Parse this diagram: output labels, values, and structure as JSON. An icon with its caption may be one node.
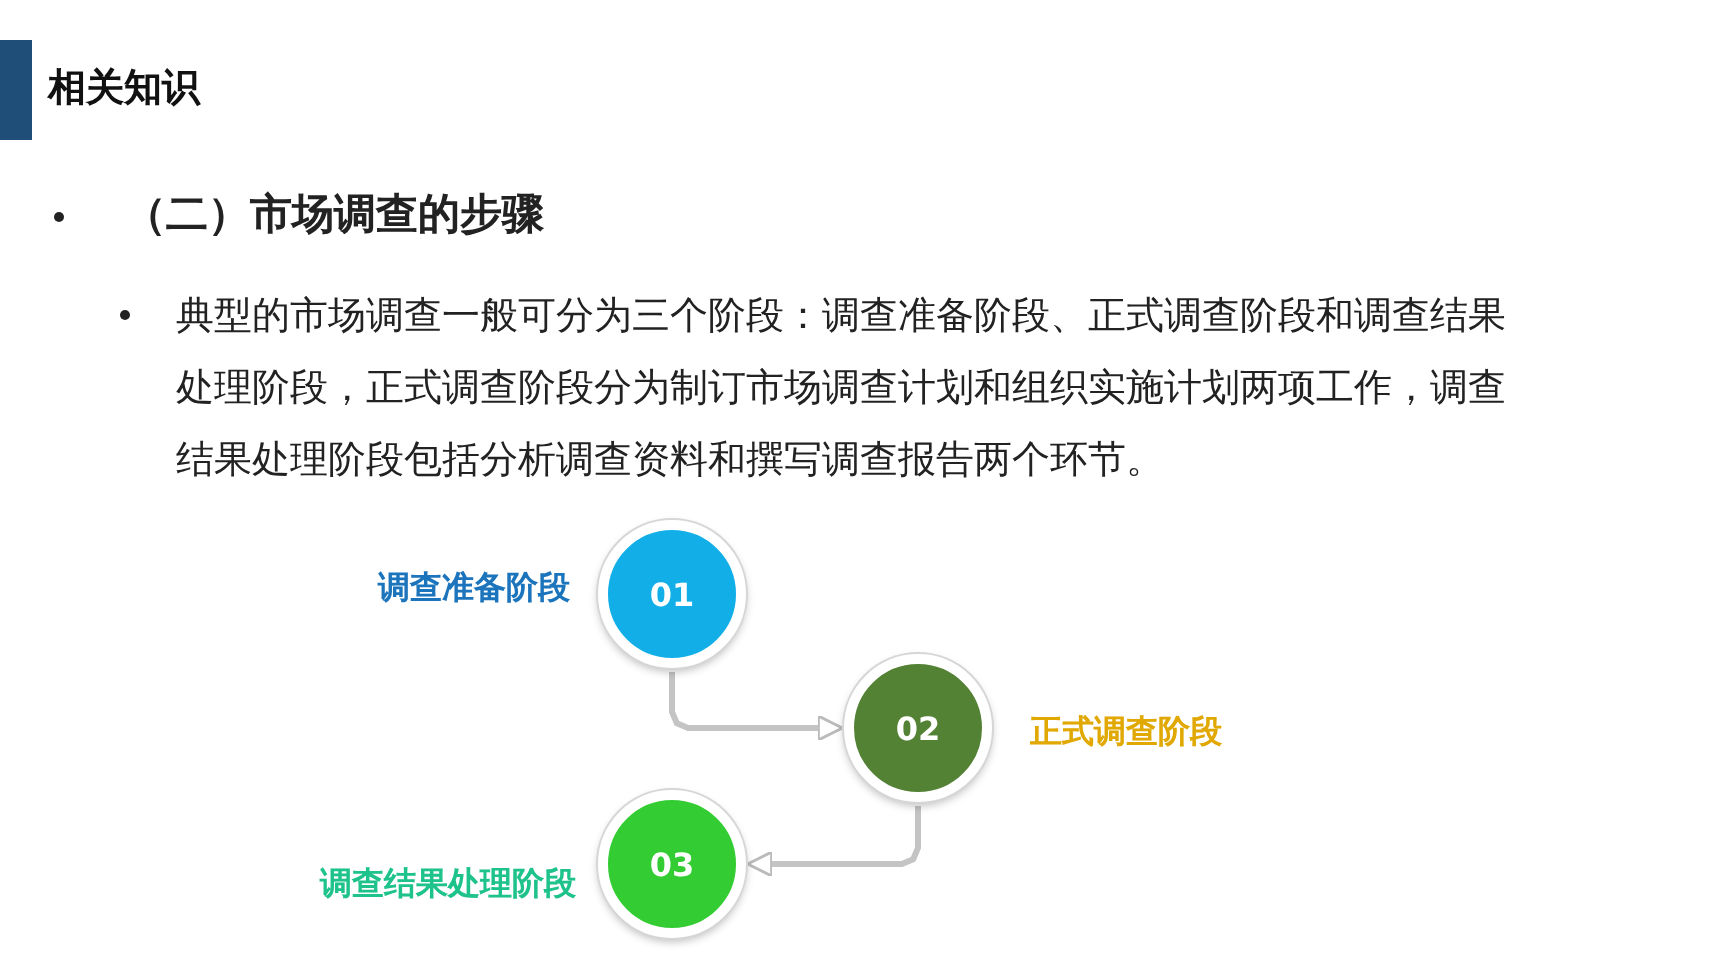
{
  "diagram": {
    "title": "相关知识",
    "nodes": [
      {
        "text": [
          "01"
        ],
        "beside": [
          "调查准备阶段"
        ]
      },
      {
        "text": [
          "02"
        ],
        "beside": [
          "正式调查阶段"
        ]
      },
      {
        "text": [
          "03"
        ],
        "beside": [
          "调查结果处理阶段"
        ]
      }
    ],
    "edges": [
      {
        "from": 0,
        "to": 1,
        "arrow": "to"
      },
      {
        "from": 1,
        "to": 2,
        "arrow": "to"
      }
    ],
    "labels": [
      "（二）市场调查的步骤",
      "典型的市场调查一般可分为三个阶段：调查准备阶段、正式调查阶段和调查结果处理阶段，正式调查阶段分为制订市场调查计划和组织实施计划两项工作，调查结果处理阶段包括分析调查资料和撰写调查报告两个环节。"
    ]
  }
}
